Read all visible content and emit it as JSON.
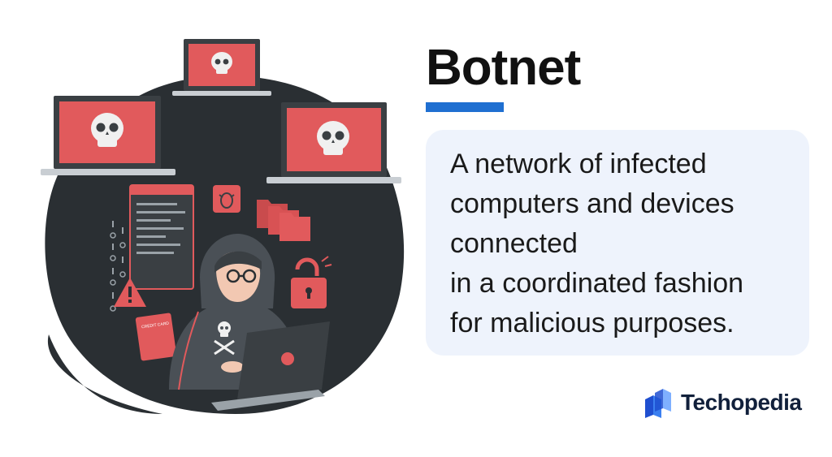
{
  "header": {
    "title": "Botnet"
  },
  "definition": {
    "lines": [
      "A network of infected",
      "computers and devices",
      "connected",
      "in a coordinated fashion",
      "for malicious purposes."
    ]
  },
  "illustration": {
    "card_label": "CREDIT CARD"
  },
  "brand": {
    "name": "Techopedia",
    "logo_icon": "techopedia-logo-icon"
  },
  "colors": {
    "accent": "#1f6fd1",
    "card_background": "#eef3fc",
    "danger_red": "#e15a5c",
    "blob_dark": "#2a2f33"
  }
}
